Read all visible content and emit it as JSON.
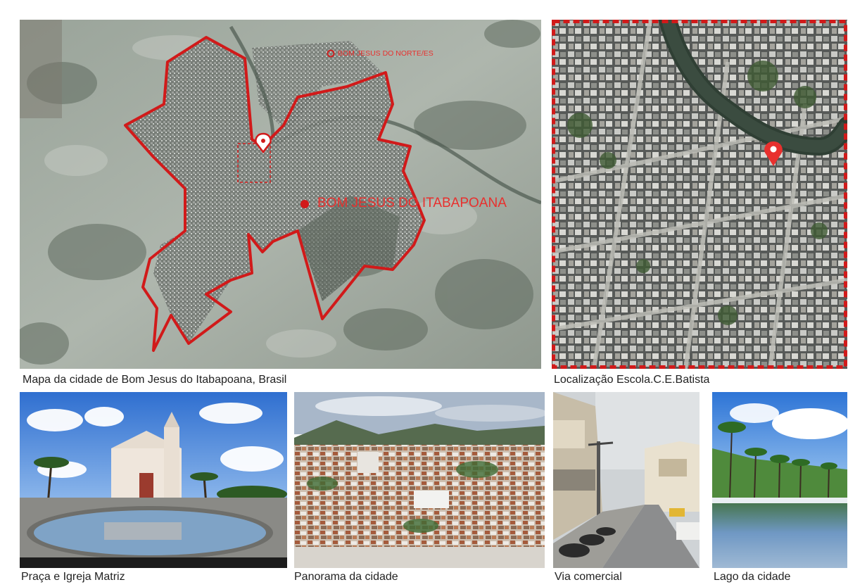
{
  "map": {
    "city_label": "BOM JESUS DO ITABAPOANA",
    "north_label": "BOM JESUS DO NORTE/ES",
    "caption": "Mapa da cidade de Bom Jesus do Itabapoana, Brasil",
    "boundary_color": "#d11a1a"
  },
  "location": {
    "caption": "Localização Escola.C.E.Batista",
    "frame_color": "#d11a1a"
  },
  "photos": [
    {
      "caption": "Praça e Igreja Matriz"
    },
    {
      "caption": "Panorama da cidade"
    },
    {
      "caption": "Via comercial"
    },
    {
      "caption": "Lago da cidade"
    }
  ],
  "icons": {
    "map_pin": "location-pin-icon",
    "city_marker": "city-dot-icon",
    "north_marker": "town-ring-icon"
  }
}
